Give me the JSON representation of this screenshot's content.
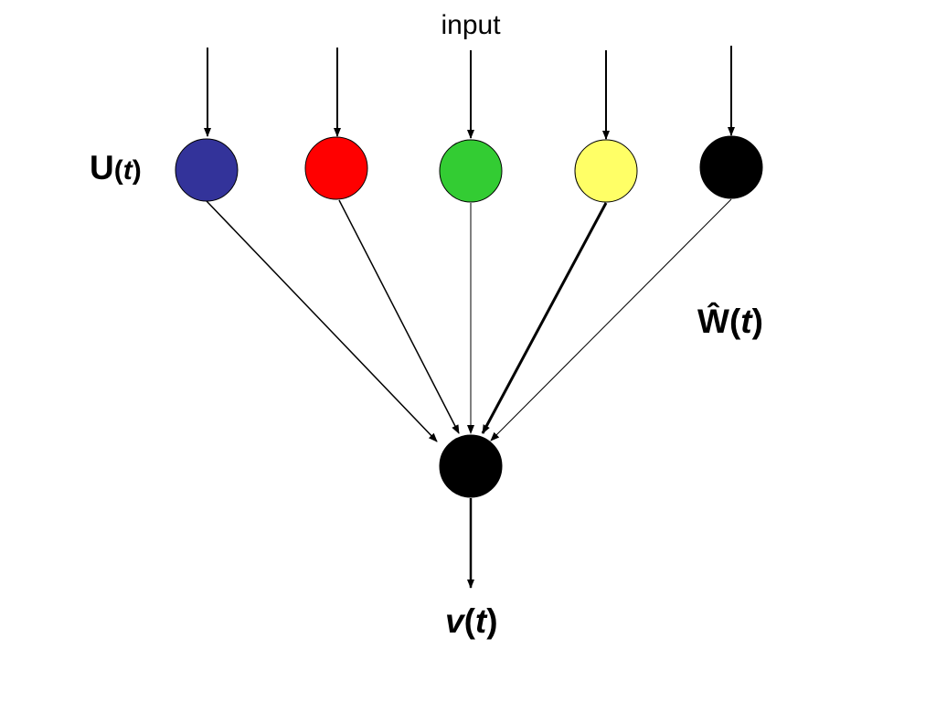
{
  "input_label": "input",
  "hidden_layer": {
    "label_main": "U",
    "label_var": "t",
    "nodes": [
      {
        "name": "node-blue",
        "color": "#33339a"
      },
      {
        "name": "node-red",
        "color": "#ff0000"
      },
      {
        "name": "node-green",
        "color": "#33cc33"
      },
      {
        "name": "node-yellow",
        "color": "#ffff66"
      },
      {
        "name": "node-black",
        "color": "#000000"
      }
    ]
  },
  "weights_label": {
    "main": "Ŵ",
    "var": "t"
  },
  "output_node": {
    "color": "#000000"
  },
  "output_label": {
    "main": "v",
    "var": "t"
  },
  "paren_open": "(",
  "paren_close": ")"
}
